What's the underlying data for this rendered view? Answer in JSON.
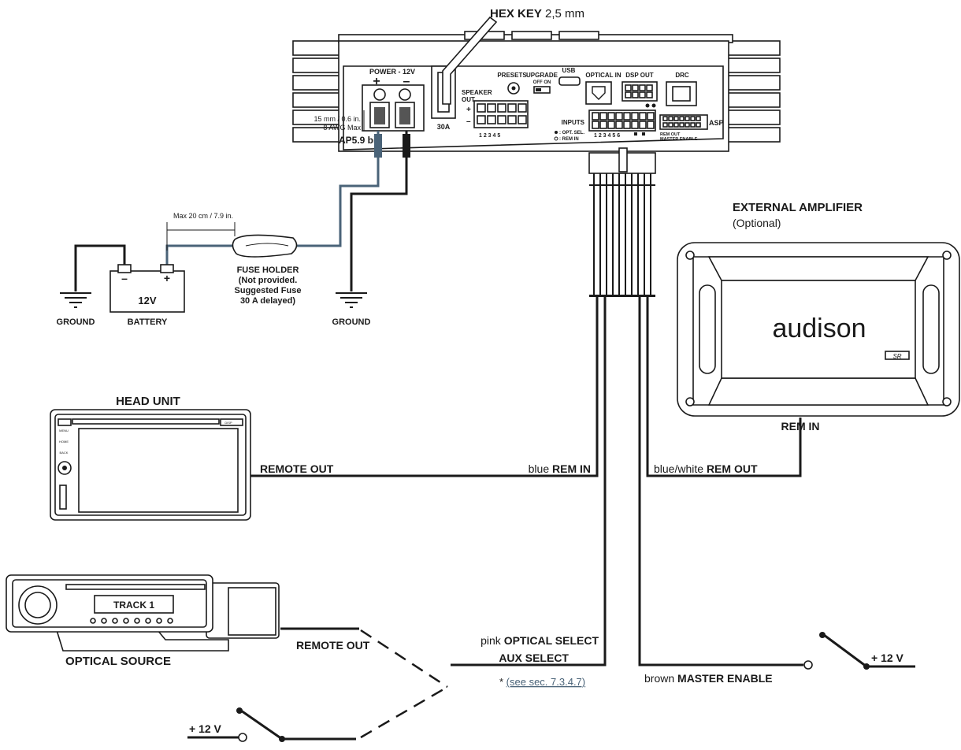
{
  "colors": {
    "accent_wire": "#4a6378",
    "line": "#1a1a1a"
  },
  "hex_key": {
    "bold": "HEX KEY",
    "size": "2,5 mm"
  },
  "processor": {
    "model": "AP5.9 bi",
    "power": "POWER - 12V",
    "plus": "+",
    "minus": "–",
    "cable_spec_1": "15 mm / 0.6 in.",
    "cable_spec_2": "8 AWG Max",
    "fuse": "30A",
    "presets": "PRESETS",
    "upgrade": "UPGRADE",
    "off_on": "OFF ON",
    "usb": "USB",
    "optical_in": "OPTICAL IN",
    "dsp_out": "DSP OUT",
    "drc": "DRC",
    "speaker_out_1": "SPEAKER",
    "speaker_out_2": "OUT",
    "speaker_numbers": "1   2   3   4   5",
    "inputs": "INPUTS",
    "input_numbers": "1  2  3  4  5  6",
    "opt_sel": ": OPT. SEL.",
    "rem_in_small": ": REM IN",
    "rem_out_small": "REM OUT",
    "master_enable_small": "MASTER ENABLE",
    "asp": "ASP"
  },
  "power_section": {
    "max_length": "Max 20 cm / 7.9 in.",
    "fuse_holder": [
      "FUSE HOLDER",
      "(Not provided.",
      "Suggested Fuse",
      "30 A delayed)"
    ],
    "battery": "BATTERY",
    "battery_voltage": "12V",
    "battery_minus": "–",
    "battery_plus": "+",
    "ground": "GROUND"
  },
  "external_amp": {
    "title": "EXTERNAL AMPLIFIER",
    "subtitle": "(Optional)",
    "brand": "audison",
    "badge": "SR",
    "rem_in": "REM IN"
  },
  "head_unit": {
    "title": "HEAD UNIT",
    "remote_out": "REMOTE OUT",
    "btn_menu": "MENU",
    "btn_home": "HOME",
    "btn_back": "BACK",
    "btn_disp": "DISP"
  },
  "wires": {
    "blue_color": "blue",
    "blue_label": "REM IN",
    "bluewhite_color": "blue/white",
    "bluewhite_label": "REM OUT",
    "pink_color": "pink",
    "pink_label": "OPTICAL SELECT",
    "aux_label": "AUX SELECT",
    "brown_color": "brown",
    "brown_label": "MASTER ENABLE",
    "plus12": "+ 12 V",
    "see_section_star": "* ",
    "see_section": "(see sec. 7.3.4.7)"
  },
  "optical_source": {
    "title": "OPTICAL SOURCE",
    "display": "TRACK 1",
    "remote_out": "REMOTE OUT"
  }
}
